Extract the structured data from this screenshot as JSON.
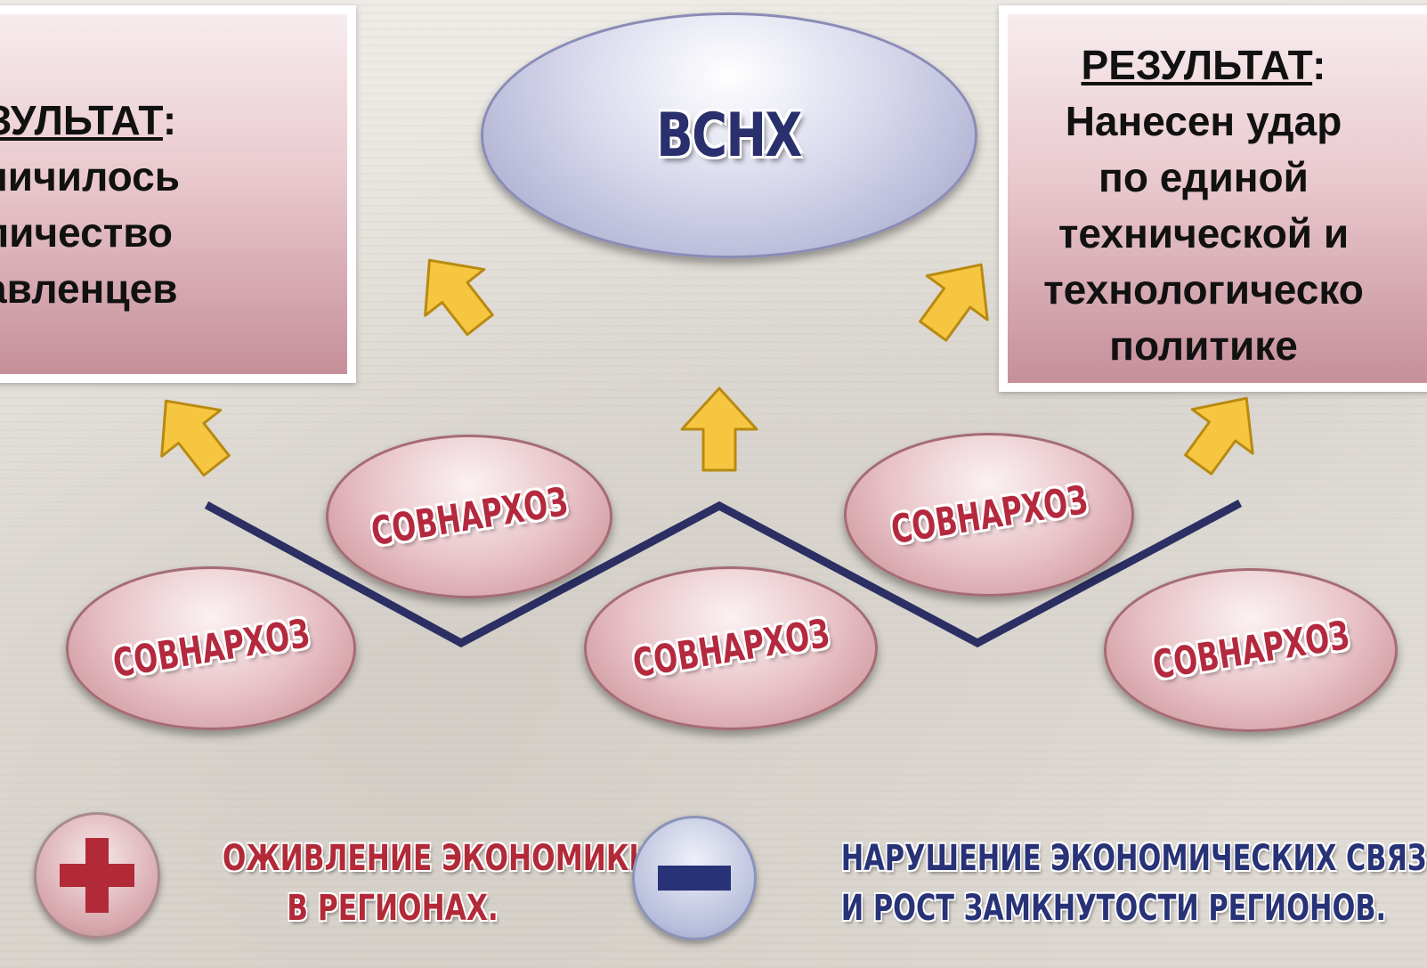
{
  "left_result": {
    "heading": "ЕЗУЛЬТАТ",
    "colon": ":",
    "lines": [
      "еличилось",
      "оличество",
      "равленцев"
    ]
  },
  "right_result": {
    "heading": "РЕЗУЛЬТАТ",
    "colon": ":",
    "lines": [
      "Нанесен удар",
      "по единой",
      "технической и",
      "технологическо",
      "политике"
    ]
  },
  "top_node": {
    "label": "ВСНХ",
    "text_color": "#2a2f6d"
  },
  "regional_nodes": [
    {
      "label": "СОВНАРХОЗ"
    },
    {
      "label": "СОВНАРХОЗ"
    },
    {
      "label": "СОВНАРХОЗ"
    },
    {
      "label": "СОВНАРХОЗ"
    },
    {
      "label": "СОВНАРХОЗ"
    }
  ],
  "colors": {
    "arrow_fill": "#f7c640",
    "arrow_stroke": "#b88a12",
    "zigzag": "#2b2f63",
    "plus_text": "#b22a38",
    "minus_text": "#283277"
  },
  "pros": {
    "icon": "plus-icon",
    "lines": [
      "ОЖИВЛЕНИЕ ЭКОНОМИКИ",
      "В РЕГИОНАХ."
    ]
  },
  "cons": {
    "icon": "minus-icon",
    "lines": [
      "НАРУШЕНИЕ ЭКОНОМИЧЕСКИХ СВЯЗЕЙ",
      "И РОСТ ЗАМКНУТОСТИ РЕГИОНОВ."
    ]
  }
}
